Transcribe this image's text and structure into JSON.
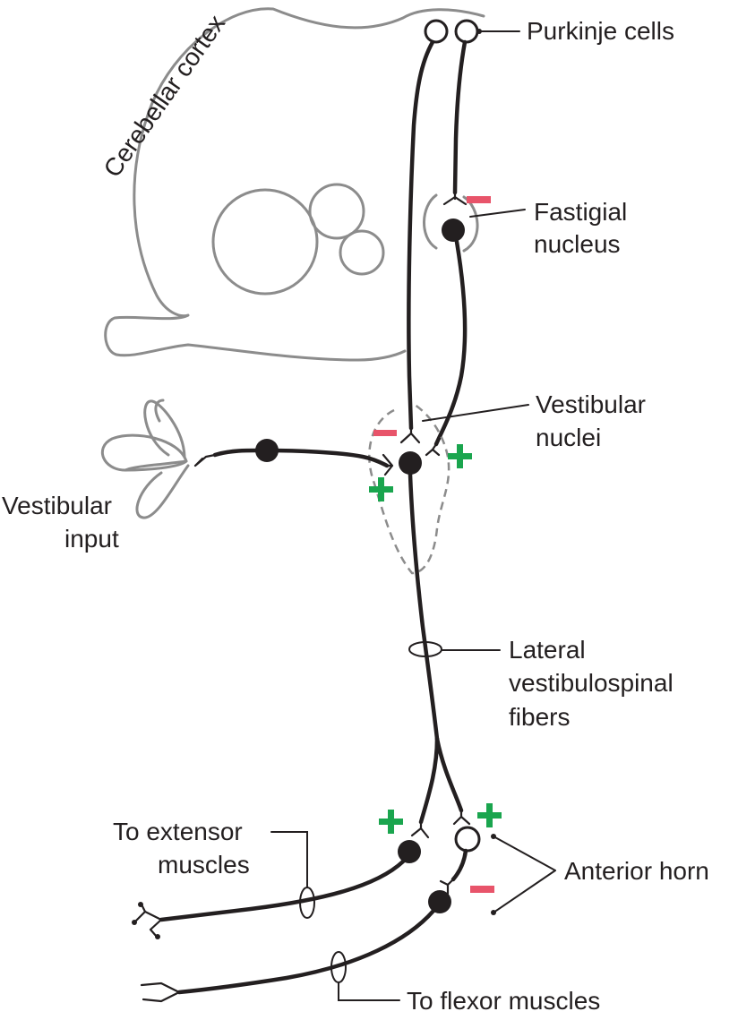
{
  "labels": {
    "cerebellar_cortex": "Cerebellar cortex",
    "purkinje_cells": "Purkinje cells",
    "fastigial_line1": "Fastigial",
    "fastigial_line2": "nucleus",
    "vestibular_nuclei_line1": "Vestibular",
    "vestibular_nuclei_line2": "nuclei",
    "vestibular_input_line1": "Vestibular",
    "vestibular_input_line2": "input",
    "lvs_line1": "Lateral",
    "lvs_line2": "vestibulospinal",
    "lvs_line3": "fibers",
    "extensor_line1": "To extensor",
    "extensor_line2": "muscles",
    "anterior_horn": "Anterior horn",
    "flexor": "To flexor muscles"
  },
  "colors": {
    "excitatory": "#1aa54e",
    "inhibitory": "#e8546a",
    "neuron": "#231f20",
    "outline": "#8c8c8c"
  }
}
